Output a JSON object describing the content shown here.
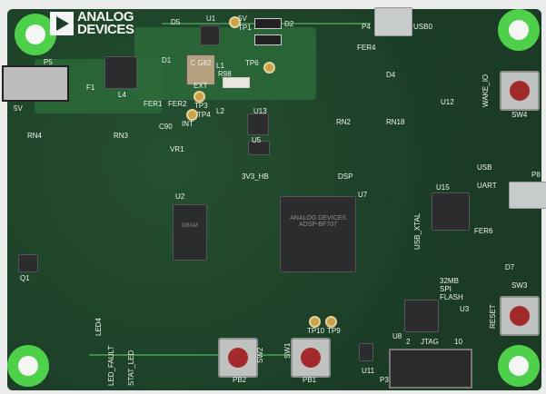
{
  "logo": {
    "line1": "ANALOG",
    "line2": "DEVICES"
  },
  "labels": {
    "p5": "P5",
    "v5": "5V",
    "usb0": "USB0",
    "p4": "P4",
    "wake": "WAKE_IO",
    "sw4": "SW4",
    "reset": "RESET",
    "sw3": "SW3",
    "pb1": "PB1",
    "pb2": "PB2",
    "sw1": "SW1",
    "sw2": "SW2",
    "jtag": "JTAG",
    "p3": "P3",
    "flash1": "32MB",
    "flash2": "SPI",
    "flash3": "FLASH",
    "u8": "U8",
    "u3": "U3",
    "u11": "U11",
    "usbxtal": "USB_XTAL",
    "usb": "USB",
    "uart": "UART",
    "p8": "P8",
    "u15": "U15",
    "ledfault": "LED_FAULT",
    "statled": "STAT_LED",
    "led4": "LED4",
    "d7": "D7",
    "fer6": "FER6",
    "u2": "U2",
    "u7": "U7",
    "tp6": "TP6",
    "tp3": "TP3",
    "tp4": "TP4",
    "ext": "EXT",
    "int": "INT",
    "l1": "L1",
    "l2": "L2",
    "u1": "U1",
    "u13": "U13",
    "u5": "U5",
    "d5": "D5",
    "d1": "D1",
    "d2": "D2",
    "d4": "D4",
    "fer4": "FER4",
    "u12": "U12",
    "rn2": "RN2",
    "rn18": "RN18",
    "rn3": "RN3",
    "rn4": "RN4",
    "vr1": "VR1",
    "c90": "C90",
    "hb": "3V3_HB",
    "dsp": "DSP",
    "q1": "Q1",
    "tp1": "TP1",
    "tp5v": "5V",
    "tp9": "TP9",
    "tp10": "TP10",
    "jtag2": "2",
    "jtag10": "10",
    "r98": "R98",
    "fer1": "FER1",
    "fer2": "FER2",
    "f1": "F1",
    "l4": "L4"
  },
  "chips": {
    "u7": "ANALOG DEVICES ADSP-BF707",
    "l1": "C G82",
    "u2": "DRAM"
  },
  "colors": {
    "board": "#1d3f28",
    "pad": "#4fd04a",
    "silkscreen": "#f0f2ee",
    "button": "#a32a2a"
  }
}
